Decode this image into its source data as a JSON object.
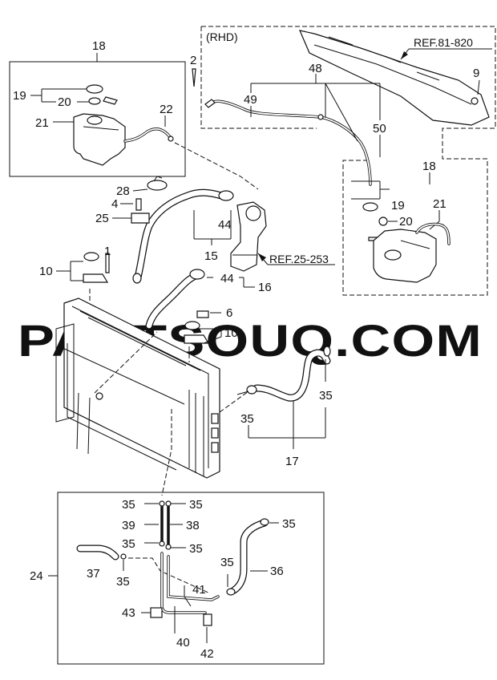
{
  "watermark": "PARTSOUQ.COM",
  "rhd_label": "(RHD)",
  "references": {
    "ref_81_820": "REF.81-820",
    "ref_25_253": "REF.25-253"
  },
  "callouts": {
    "n18a": "18",
    "n2": "2",
    "n19a": "19",
    "n20a": "20",
    "n21a": "21",
    "n22": "22",
    "n48": "48",
    "n49": "49",
    "n50": "50",
    "n9": "9",
    "n18b": "18",
    "n19b": "19",
    "n20b": "20",
    "n21b": "21",
    "n28": "28",
    "n4": "4",
    "n25": "25",
    "n44a": "44",
    "n15": "15",
    "n1": "1",
    "n10a": "10",
    "n44b": "44",
    "n16": "16",
    "n6": "6",
    "n10b": "10",
    "n35a": "35",
    "n35b": "35",
    "n17": "17",
    "n24": "24",
    "n35c": "35",
    "n35d": "35",
    "n39": "39",
    "n38": "38",
    "n35e": "35",
    "n35f": "35",
    "n35g": "35",
    "n37": "37",
    "n35h": "35",
    "n35i": "35",
    "n36": "36",
    "n41": "41",
    "n43": "43",
    "n40": "40",
    "n42": "42"
  }
}
